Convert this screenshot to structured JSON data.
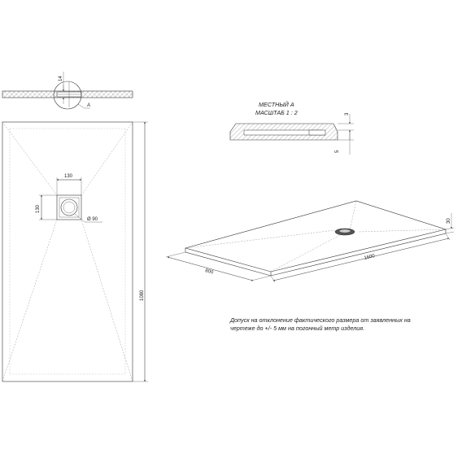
{
  "drawing": {
    "section": {
      "dim_height": "14",
      "callout": "A"
    },
    "plan": {
      "drain_box_width": "130",
      "drain_box_height": "130",
      "drain_diameter": "Ø 90",
      "length": "1080"
    },
    "detail": {
      "title_line1": "МЕСТНЫЙ А",
      "title_line2": "МАСШТАБ 1 : 2",
      "dim_top": "3",
      "dim_bottom": "5"
    },
    "iso": {
      "width": "800",
      "length": "1600",
      "height": "30"
    },
    "note_line1": "Допуск на отклонение фактического размера от заявленных на",
    "note_line2": "чертеже до +/- 5 мм на погонный метр изделия."
  }
}
